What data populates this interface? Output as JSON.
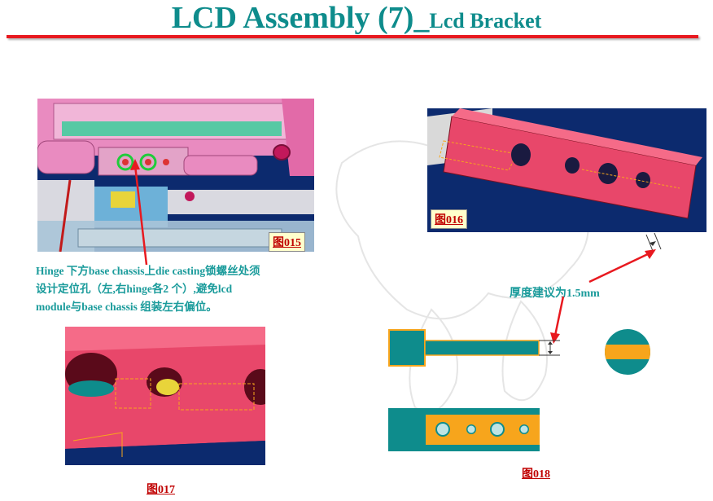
{
  "header": {
    "title_main": "LCD  Assembly (7)_",
    "title_sub": "Lcd Bracket"
  },
  "figures": {
    "fig015": "图015",
    "fig016": "图016",
    "fig017": "图017",
    "fig018": "图018"
  },
  "note": {
    "line1": "Hinge 下方base chassis上die casting锁螺丝处须",
    "line2": "设计定位孔（左,右hinge各2 个）,避免lcd",
    "line3": "module与base chassis 组装左右偏位。"
  },
  "thickness_note": "厚度建议为1.5mm",
  "colors": {
    "teal": "#0e8c8c",
    "red": "#e8191f",
    "pink": "#e8476a",
    "orange": "#f7a51c",
    "navy": "#0c2a6e"
  }
}
